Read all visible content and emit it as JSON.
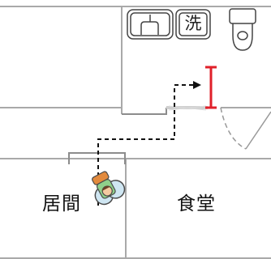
{
  "rooms": {
    "living": "居間",
    "dining": "食堂"
  },
  "fixtures": {
    "washer_label": "洗",
    "sink_icon": "sink-icon",
    "toilet_icon": "toilet-icon",
    "wheelchair_icon": "wheelchair-user-icon"
  },
  "colors": {
    "wall": "#a9a9a9",
    "route": "#111111",
    "barrier": "#e0202a"
  }
}
